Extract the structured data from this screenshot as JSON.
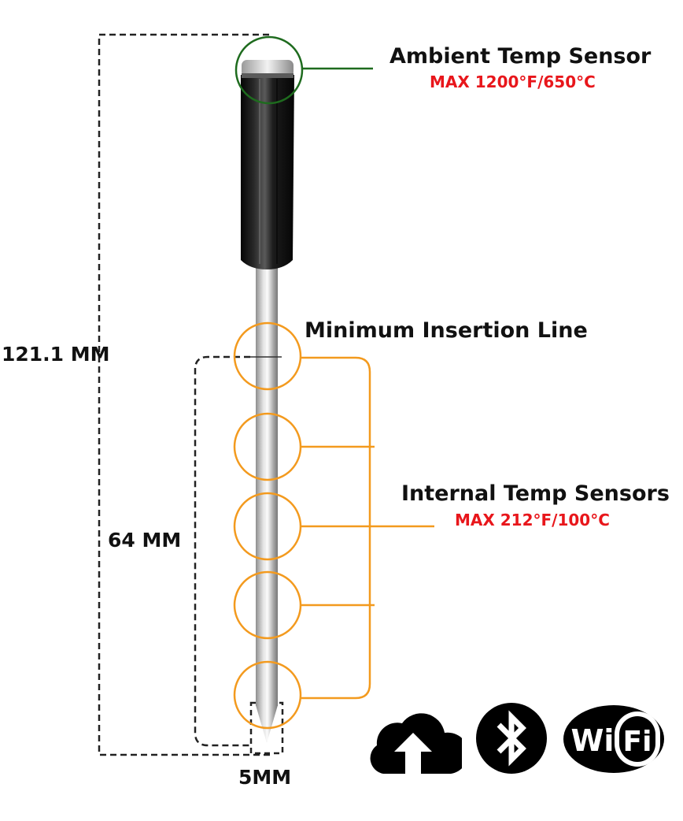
{
  "labels": {
    "ambient_title": "Ambient Temp Sensor",
    "ambient_max": "MAX 1200°F/650°C",
    "min_insertion": "Minimum Insertion Line",
    "internal_title": "Internal Temp Sensors",
    "internal_max": "MAX 212°F/100°C"
  },
  "dimensions": {
    "total_length": "121.1 MM",
    "insertion_length": "64 MM",
    "diameter": "5MM"
  },
  "icons": [
    "cloud-upload-icon",
    "bluetooth-icon",
    "wifi-icon"
  ],
  "wifi_text": {
    "left": "Wi",
    "right": "Fi"
  },
  "internal_sensor_count": 5,
  "colors": {
    "ambient_ring": "#1e6b1e",
    "internal_ring": "#f39a1e",
    "max_spec": "#e8161b",
    "text": "#111111",
    "dashed": "#222222",
    "handle": "#141414",
    "steel": "#bdbdbd"
  }
}
